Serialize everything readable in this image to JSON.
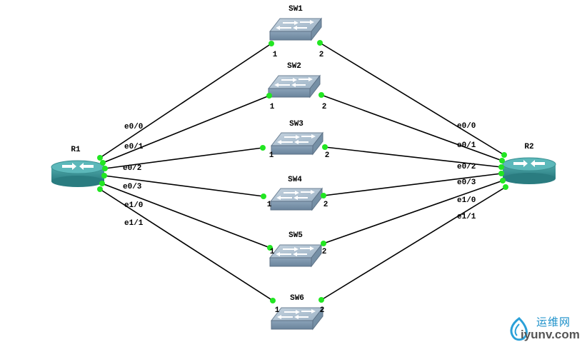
{
  "routers": [
    {
      "id": "R1",
      "label": "R1"
    },
    {
      "id": "R2",
      "label": "R2"
    }
  ],
  "switches": [
    {
      "id": "SW1",
      "label": "SW1",
      "port_left": "1",
      "port_right": "2",
      "r1_iface": "e0/0",
      "r2_iface": "e0/0"
    },
    {
      "id": "SW2",
      "label": "SW2",
      "port_left": "1",
      "port_right": "2",
      "r1_iface": "e0/1",
      "r2_iface": "e0/1"
    },
    {
      "id": "SW3",
      "label": "SW3",
      "port_left": "1",
      "port_right": "2",
      "r1_iface": "e0/2",
      "r2_iface": "e0/2"
    },
    {
      "id": "SW4",
      "label": "SW4",
      "port_left": "1",
      "port_right": "2",
      "r1_iface": "e0/3",
      "r2_iface": "e0/3"
    },
    {
      "id": "SW5",
      "label": "SW5",
      "port_left": "1",
      "port_right": "2",
      "r1_iface": "e1/0",
      "r2_iface": "e1/0"
    },
    {
      "id": "SW6",
      "label": "SW6",
      "port_left": "1",
      "port_right": "2",
      "r1_iface": "e1/1",
      "r2_iface": "e1/1"
    }
  ],
  "colors": {
    "link_dot": "#22e622",
    "link_line": "#000000",
    "router": "#3e9a9c",
    "switch": "#8ea4b8"
  },
  "watermark": {
    "cn": "运维网",
    "en": "iyunv.com"
  }
}
